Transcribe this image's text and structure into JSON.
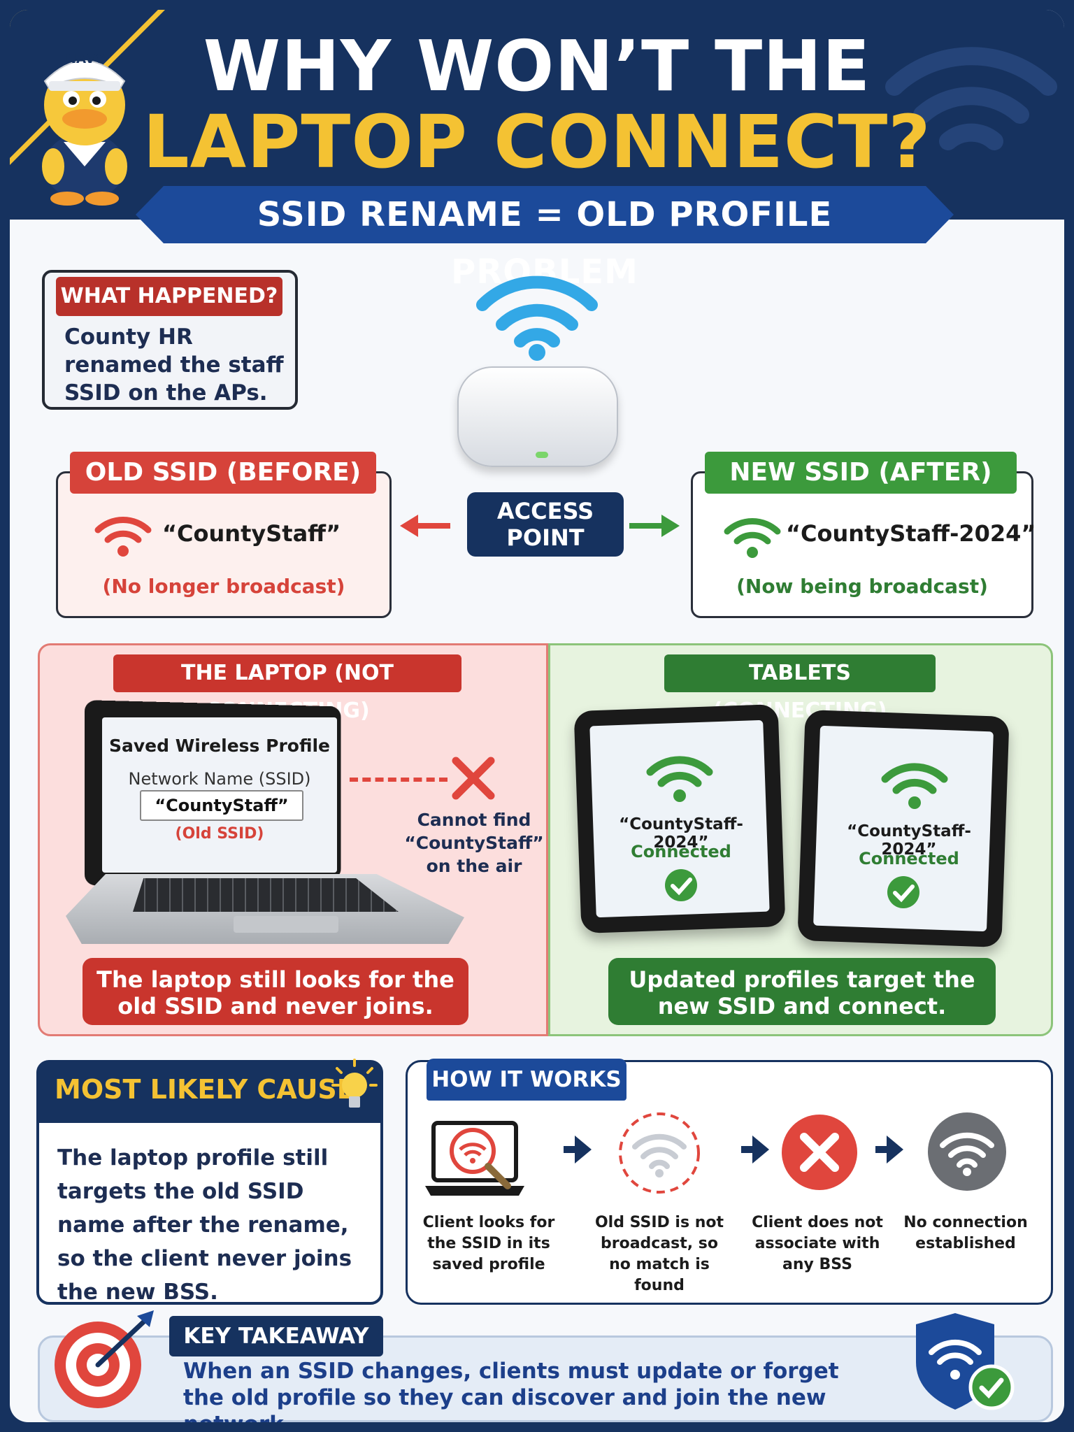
{
  "header": {
    "title_line1": "WHY WON’T THE",
    "title_line2": "LAPTOP CONNECT?",
    "subtitle": "SSID RENAME = OLD PROFILE PROBLEM",
    "mascot_cap": "NAVY",
    "accent_color": "#f4c233",
    "navy_color": "#16325f"
  },
  "what_happened": {
    "label": "WHAT HAPPENED?",
    "text": "County HR renamed the staff SSID on the APs."
  },
  "access_point": {
    "label_line1": "ACCESS",
    "label_line2": "POINT",
    "wifi_color": "#33a8e6"
  },
  "old_ssid": {
    "label": "OLD SSID (BEFORE)",
    "name": "“CountyStaff”",
    "note": "(No longer broadcast)",
    "color": "#d6433a"
  },
  "new_ssid": {
    "label": "NEW SSID (AFTER)",
    "name": "“CountyStaff-2024”",
    "note": "(Now being broadcast)",
    "color": "#3c9a3c"
  },
  "laptop_panel": {
    "label": "THE LAPTOP (NOT CONNECTING)",
    "screen_title": "Saved Wireless Profile",
    "field_label": "Network Name (SSID)",
    "field_value": "“CountyStaff”",
    "field_note": "(Old SSID)",
    "cannot_find": "Cannot find “CountyStaff” on the air",
    "summary": "The laptop still looks for the old SSID and never joins."
  },
  "tablets_panel": {
    "label": "TABLETS (CONNECTING)",
    "tablet_ssid": "“CountyStaff-2024”",
    "tablet_status": "Connected",
    "summary": "Updated profiles target the new SSID and connect."
  },
  "most_likely_cause": {
    "label": "MOST LIKELY CAUSE",
    "text": "The laptop profile still targets the old SSID name after the rename, so the client never joins the new BSS."
  },
  "how_it_works": {
    "label": "HOW IT WORKS",
    "steps": [
      {
        "icon": "laptop-search-icon",
        "caption": "Client looks for the SSID in its saved profile"
      },
      {
        "icon": "wifi-missing-icon",
        "caption": "Old SSID is not broadcast, so no match is found"
      },
      {
        "icon": "x-circle-icon",
        "caption": "Client does not associate with any BSS"
      },
      {
        "icon": "wifi-gray-icon",
        "caption": "No connection established"
      }
    ]
  },
  "key_takeaway": {
    "label": "KEY TAKEAWAY",
    "text": "When an SSID changes, clients must update or forget the old profile so they can discover and join the new network."
  }
}
